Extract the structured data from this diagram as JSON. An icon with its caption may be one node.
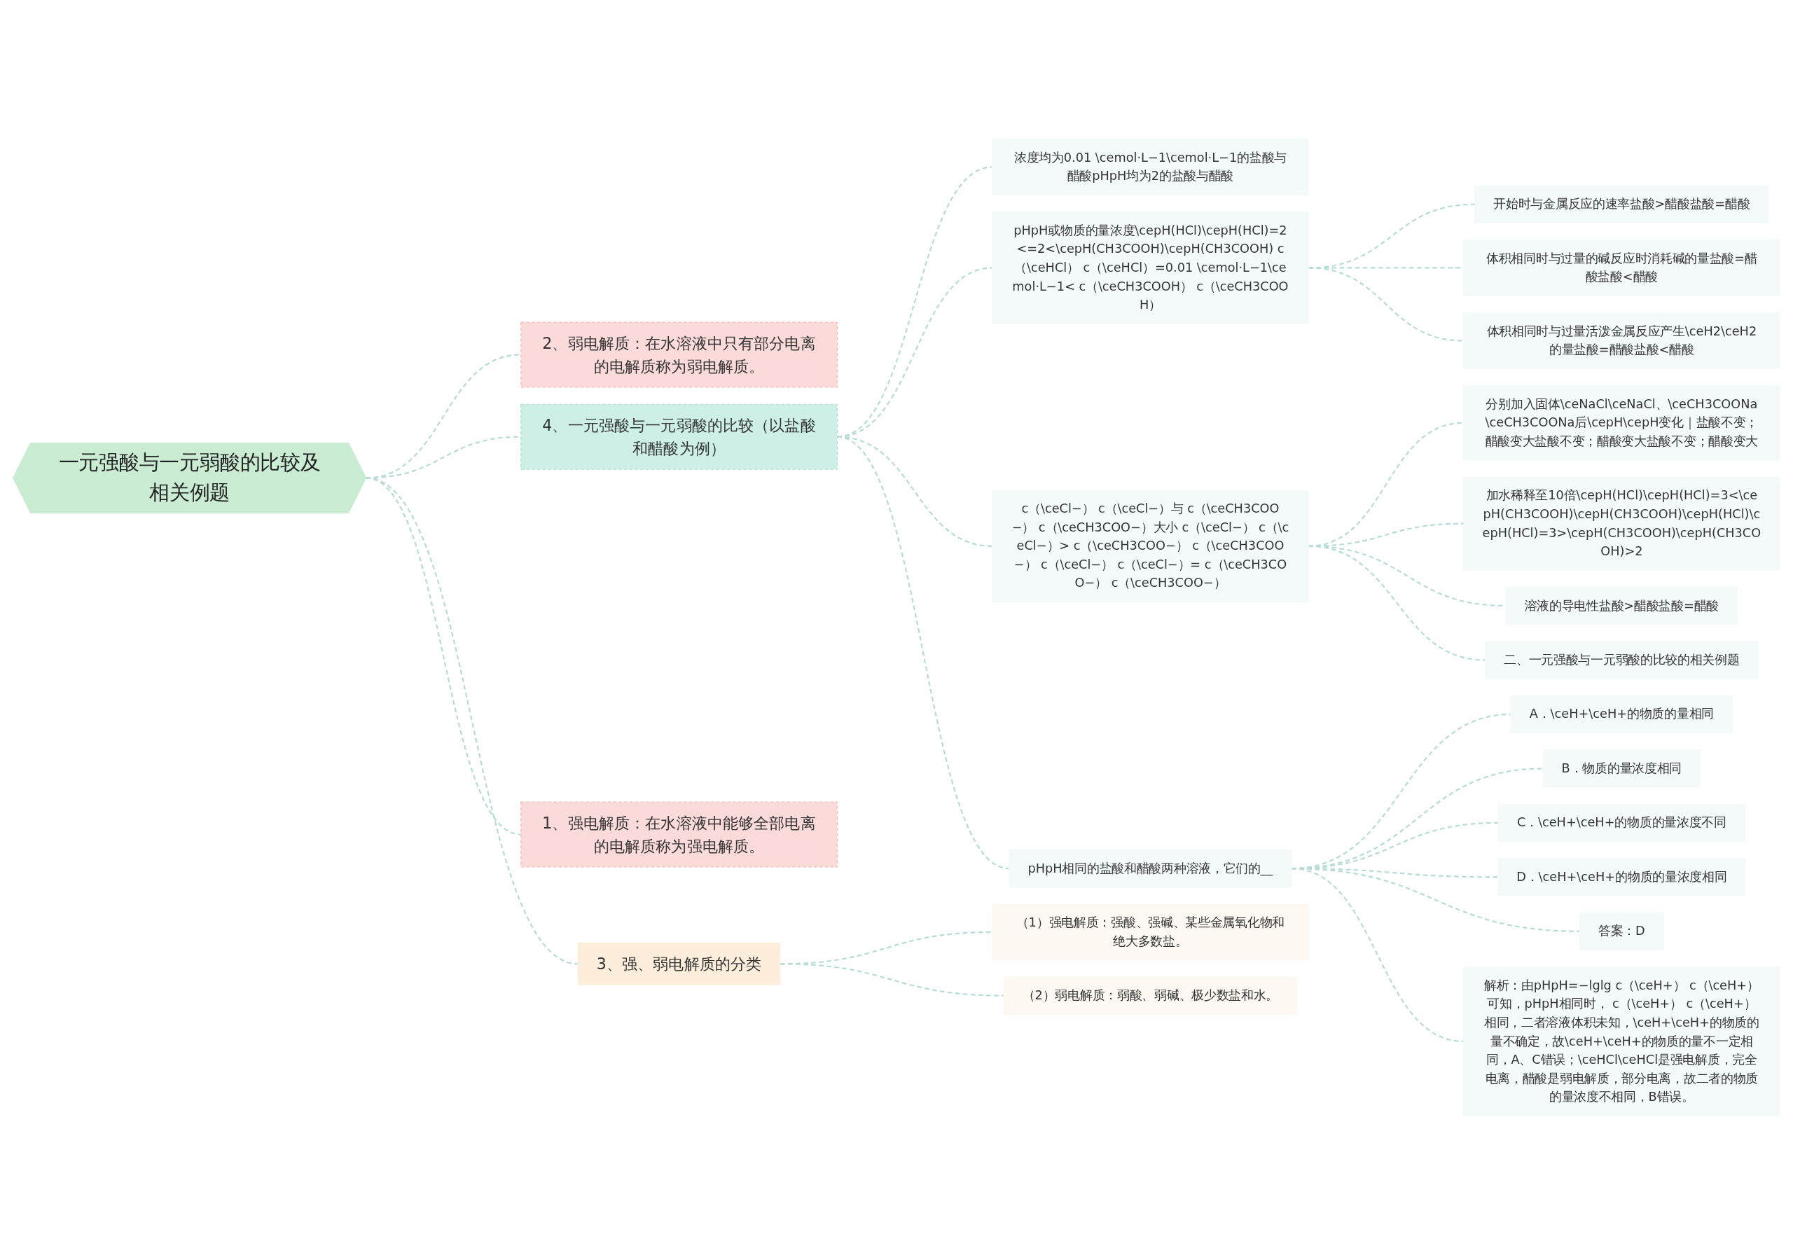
{
  "diagram": {
    "nodes": [
      {
        "text": [
          "一元强酸与一元弱酸的比较及相关例题"
        ]
      },
      {
        "text": [
          "2、弱电解质：在水溶液中只有部分电离的电解质称为弱电解质。"
        ]
      },
      {
        "text": [
          "4、一元强酸与一元弱酸的比较（以盐酸和醋酸为例）"
        ]
      },
      {
        "text": [
          "浓度均为0.01 \\cemol·L−1\\cemol·L−1的盐酸与醋酸pHpH均为2的盐酸与醋酸"
        ]
      },
      {
        "text": [
          "pHpH或物质的量浓度\\cepH(HCl)\\cepH(HCl)=2<=2<\\cepH(CH3COOH)\\cepH(CH3COOH) c（\\ceHCl） c（\\ceHCl）=0.01 \\cemol·L−1\\cemol·L−1< c（\\ceCH3COOH） c（\\ceCH3COOH）"
        ]
      },
      {
        "text": [
          "开始时与金属反应的速率盐酸>醋酸盐酸=醋酸"
        ]
      },
      {
        "text": [
          "体积相同时与过量的碱反应时消耗碱的量盐酸=醋酸盐酸<醋酸"
        ]
      },
      {
        "text": [
          "体积相同时与过量活泼金属反应产生\\ceH2\\ceH2的量盐酸=醋酸盐酸<醋酸"
        ]
      },
      {
        "text": [
          "c（\\ceCl−） c（\\ceCl−）与 c（\\ceCH3COO−） c（\\ceCH3COO−）大小 c（\\ceCl−） c（\\ceCl−）> c（\\ceCH3COO−） c（\\ceCH3COO−） c（\\ceCl−） c（\\ceCl−）= c（\\ceCH3COO−） c（\\ceCH3COO−）"
        ]
      },
      {
        "text": [
          "分别加入固体\\ceNaCl\\ceNaCl、\\ceCH3COONa\\ceCH3COONa后\\cepH\\cepH变化｜盐酸不变；醋酸变大盐酸不变；醋酸变大盐酸不变；醋酸变大"
        ]
      },
      {
        "text": [
          "加水稀释至10倍\\cepH(HCl)\\cepH(HCl)=3<\\cepH(CH3COOH)\\cepH(CH3COOH)\\cepH(HCl)\\cepH(HCl)=3>\\cepH(CH3COOH)\\cepH(CH3COOH)>2"
        ]
      },
      {
        "text": [
          "溶液的导电性盐酸>醋酸盐酸=醋酸"
        ]
      },
      {
        "text": [
          "二、一元强酸与一元弱酸的比较的相关例题"
        ]
      },
      {
        "text": [
          "pHpH相同的盐酸和醋酸两种溶液，它们的__"
        ]
      },
      {
        "text": [
          "A．\\ceH+\\ceH+的物质的量相同"
        ]
      },
      {
        "text": [
          "B．物质的量浓度相同"
        ]
      },
      {
        "text": [
          "C．\\ceH+\\ceH+的物质的量浓度不同"
        ]
      },
      {
        "text": [
          "D．\\ceH+\\ceH+的物质的量浓度相同"
        ]
      },
      {
        "text": [
          "答案：D"
        ]
      },
      {
        "text": [
          "解析：由pHpH=−lglg c（\\ceH+） c（\\ceH+）可知，pHpH相同时， c（\\ceH+） c（\\ceH+）相同，二者溶液体积未知，\\ceH+\\ceH+的物质的量不确定，故\\ceH+\\ceH+的物质的量不一定相同，A、C错误；\\ceHCl\\ceHCl是强电解质，完全电离，醋酸是弱电解质，部分电离，故二者的物质的量浓度不相同，B错误。"
        ]
      },
      {
        "text": [
          "1、强电解质：在水溶液中能够全部电离的电解质称为强电解质。"
        ]
      },
      {
        "text": [
          "3、强、弱电解质的分类"
        ]
      },
      {
        "text": [
          "（1）强电解质：强酸、强碱、某些金属氧化物和绝大多数盐。"
        ]
      },
      {
        "text": [
          "（2）弱电解质：弱酸、弱碱、极少数盐和水。"
        ]
      }
    ],
    "edges": [
      {
        "from": 0,
        "to": 1,
        "arrow": "none",
        "style": "dashed"
      },
      {
        "from": 0,
        "to": 2,
        "arrow": "none",
        "style": "dashed"
      },
      {
        "from": 2,
        "to": 3,
        "arrow": "none",
        "style": "dashed"
      },
      {
        "from": 2,
        "to": 4,
        "arrow": "none",
        "style": "dashed"
      },
      {
        "from": 4,
        "to": 5,
        "arrow": "none",
        "style": "dashed"
      },
      {
        "from": 4,
        "to": 6,
        "arrow": "none",
        "style": "dashed"
      },
      {
        "from": 4,
        "to": 7,
        "arrow": "none",
        "style": "dashed"
      },
      {
        "from": 2,
        "to": 8,
        "arrow": "none",
        "style": "dashed"
      },
      {
        "from": 8,
        "to": 9,
        "arrow": "none",
        "style": "dashed"
      },
      {
        "from": 8,
        "to": 10,
        "arrow": "none",
        "style": "dashed"
      },
      {
        "from": 8,
        "to": 11,
        "arrow": "none",
        "style": "dashed"
      },
      {
        "from": 8,
        "to": 12,
        "arrow": "none",
        "style": "dashed"
      },
      {
        "from": 2,
        "to": 13,
        "arrow": "none",
        "style": "dashed"
      },
      {
        "from": 13,
        "to": 14,
        "arrow": "none",
        "style": "dashed"
      },
      {
        "from": 13,
        "to": 15,
        "arrow": "none",
        "style": "dashed"
      },
      {
        "from": 13,
        "to": 16,
        "arrow": "none",
        "style": "dashed"
      },
      {
        "from": 13,
        "to": 17,
        "arrow": "none",
        "style": "dashed"
      },
      {
        "from": 13,
        "to": 18,
        "arrow": "none",
        "style": "dashed"
      },
      {
        "from": 13,
        "to": 19,
        "arrow": "none",
        "style": "dashed"
      },
      {
        "from": 0,
        "to": 20,
        "arrow": "none",
        "style": "dashed"
      },
      {
        "from": 0,
        "to": 21,
        "arrow": "none",
        "style": "dashed"
      },
      {
        "from": 21,
        "to": 22,
        "arrow": "none",
        "style": "dashed"
      },
      {
        "from": 21,
        "to": 23,
        "arrow": "none",
        "style": "dashed"
      }
    ]
  }
}
